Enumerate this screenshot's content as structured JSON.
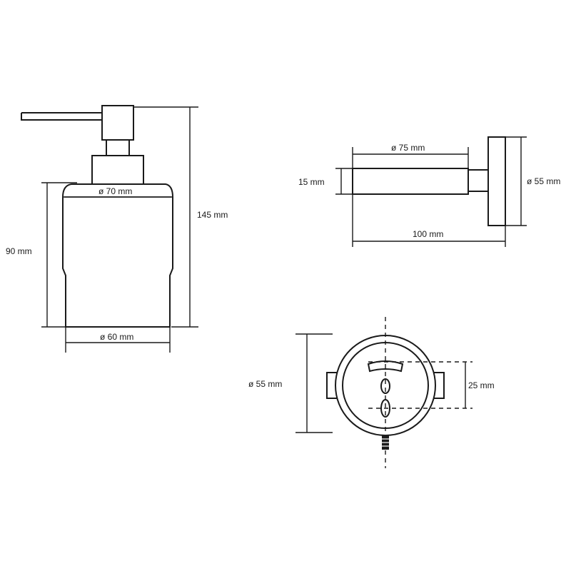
{
  "dispenser": {
    "height_label": "145 mm",
    "body_height_label": "90 mm",
    "top_diameter_label": "ø 70 mm",
    "bottom_diameter_label": "ø 60 mm"
  },
  "holder_side": {
    "ring_diameter_label": "ø 75 mm",
    "ring_thickness_label": "15 mm",
    "plate_diameter_label": "ø 55 mm",
    "depth_label": "100 mm"
  },
  "holder_front": {
    "plate_diameter_label": "ø 55 mm",
    "hole_spacing_label": "25 mm"
  }
}
